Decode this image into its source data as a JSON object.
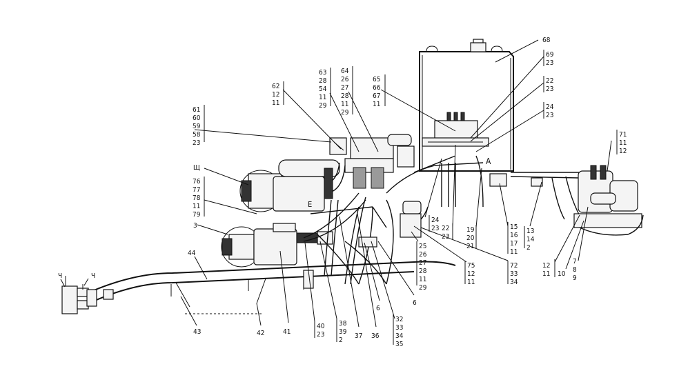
{
  "callouts": {
    "c68": [
      "68"
    ],
    "c69": [
      "69",
      "23"
    ],
    "c22a": [
      "22",
      "23"
    ],
    "c24a": [
      "24",
      "23"
    ],
    "c71": [
      "71",
      "11",
      "12"
    ],
    "c65": [
      "65",
      "66",
      "67",
      "11"
    ],
    "c64": [
      "64",
      "26",
      "27",
      "28",
      "11",
      "29"
    ],
    "c63": [
      "63",
      "28",
      "54",
      "11",
      "29"
    ],
    "c62": [
      "62",
      "12",
      "11"
    ],
    "c61": [
      "61",
      "60",
      "59",
      "58",
      "23"
    ],
    "cShch": [
      "Щ"
    ],
    "c76": [
      "76",
      "77",
      "78",
      "11",
      "79"
    ],
    "c3": [
      "3"
    ],
    "cA": [
      "A"
    ],
    "cE": [
      "E"
    ],
    "c13": [
      "13",
      "14",
      "2"
    ],
    "c15": [
      "15",
      "16",
      "17",
      "11"
    ],
    "c19": [
      "19",
      "20",
      "21"
    ],
    "c22b": [
      "22",
      "23"
    ],
    "c24b": [
      "24",
      "23"
    ],
    "c12b": [
      "12",
      "11"
    ],
    "c10": [
      "10"
    ],
    "c7": [
      "7",
      "8",
      "9"
    ],
    "c25": [
      "25",
      "26",
      "27",
      "28",
      "11",
      "29"
    ],
    "c75": [
      "75",
      "12",
      "11"
    ],
    "c72": [
      "72",
      "33",
      "34"
    ],
    "c44": [
      "44"
    ],
    "cCh1": [
      "Ч"
    ],
    "cCh2": [
      "Ч"
    ],
    "c43": [
      "43"
    ],
    "c42": [
      "42"
    ],
    "c41": [
      "41"
    ],
    "c40": [
      "40",
      "23"
    ],
    "c38": [
      "38",
      "39",
      "2"
    ],
    "c37": [
      "37"
    ],
    "c36": [
      "36"
    ],
    "c32": [
      "32",
      "33",
      "34",
      "35"
    ],
    "c6a": [
      "6"
    ],
    "c6b": [
      "6"
    ]
  }
}
